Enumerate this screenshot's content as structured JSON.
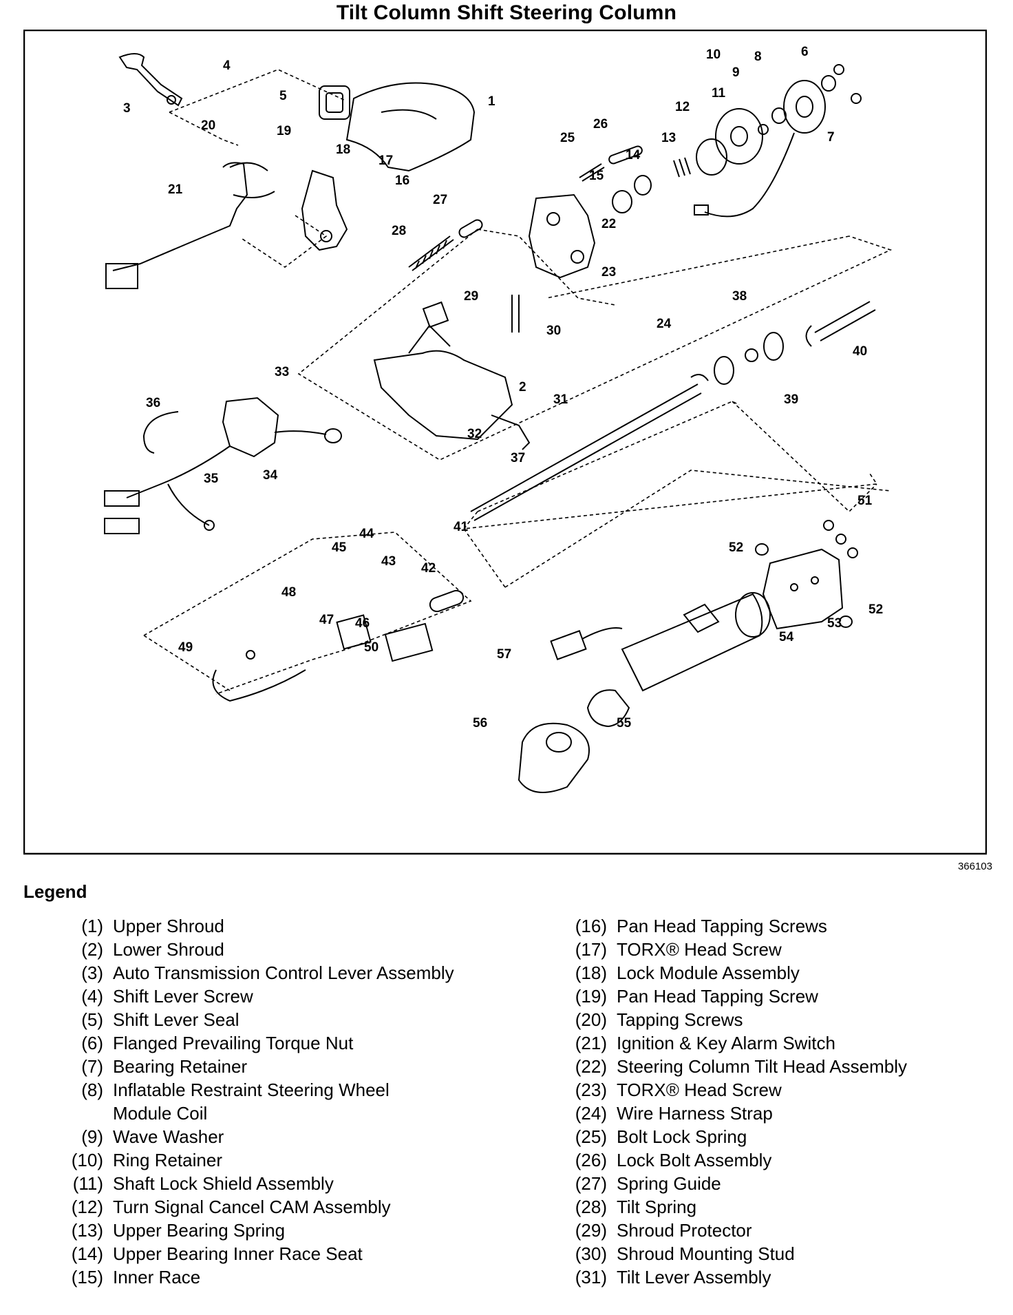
{
  "title": "Tilt Column Shift Steering Column",
  "figure_id": "366103",
  "legend_heading": "Legend",
  "callouts": [
    "1",
    "2",
    "3",
    "4",
    "5",
    "6",
    "7",
    "8",
    "9",
    "10",
    "11",
    "12",
    "13",
    "14",
    "15",
    "16",
    "17",
    "18",
    "19",
    "20",
    "21",
    "22",
    "23",
    "24",
    "25",
    "26",
    "27",
    "28",
    "29",
    "30",
    "31",
    "32",
    "33",
    "34",
    "35",
    "36",
    "37",
    "38",
    "39",
    "40",
    "41",
    "42",
    "43",
    "44",
    "45",
    "46",
    "47",
    "48",
    "49",
    "50",
    "51",
    "52",
    "53",
    "54",
    "55",
    "56",
    "57"
  ],
  "legend": [
    {
      "num": "(1)",
      "label": "Upper Shroud"
    },
    {
      "num": "(2)",
      "label": "Lower Shroud"
    },
    {
      "num": "(3)",
      "label": "Auto Transmission Control Lever Assembly"
    },
    {
      "num": "(4)",
      "label": "Shift Lever Screw"
    },
    {
      "num": "(5)",
      "label": "Shift Lever Seal"
    },
    {
      "num": "(6)",
      "label": "Flanged Prevailing Torque Nut"
    },
    {
      "num": "(7)",
      "label": "Bearing Retainer"
    },
    {
      "num": "(8)",
      "label": "Inflatable Restraint Steering Wheel\nModule Coil"
    },
    {
      "num": "(9)",
      "label": "Wave Washer"
    },
    {
      "num": "(10)",
      "label": "Ring Retainer"
    },
    {
      "num": "(11)",
      "label": "Shaft Lock Shield Assembly"
    },
    {
      "num": "(12)",
      "label": "Turn Signal Cancel CAM Assembly"
    },
    {
      "num": "(13)",
      "label": "Upper Bearing Spring"
    },
    {
      "num": "(14)",
      "label": "Upper Bearing Inner Race Seat"
    },
    {
      "num": "(15)",
      "label": "Inner Race"
    },
    {
      "num": "(16)",
      "label": "Pan Head Tapping Screws"
    },
    {
      "num": "(17)",
      "label": "TORX® Head Screw"
    },
    {
      "num": "(18)",
      "label": "Lock Module Assembly"
    },
    {
      "num": "(19)",
      "label": "Pan Head Tapping Screw"
    },
    {
      "num": "(20)",
      "label": "Tapping Screws"
    },
    {
      "num": "(21)",
      "label": "Ignition & Key Alarm Switch"
    },
    {
      "num": "(22)",
      "label": "Steering Column Tilt Head Assembly"
    },
    {
      "num": "(23)",
      "label": "TORX® Head Screw"
    },
    {
      "num": "(24)",
      "label": "Wire Harness Strap"
    },
    {
      "num": "(25)",
      "label": "Bolt Lock Spring"
    },
    {
      "num": "(26)",
      "label": "Lock Bolt Assembly"
    },
    {
      "num": "(27)",
      "label": "Spring Guide"
    },
    {
      "num": "(28)",
      "label": "Tilt Spring"
    },
    {
      "num": "(29)",
      "label": "Shroud Protector"
    },
    {
      "num": "(30)",
      "label": "Shroud Mounting Stud"
    },
    {
      "num": "(31)",
      "label": "Tilt Lever Assembly"
    }
  ]
}
